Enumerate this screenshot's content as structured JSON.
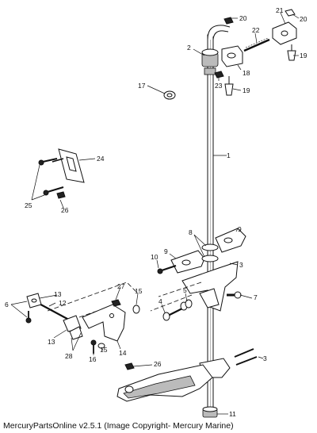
{
  "footer": "MercuryPartsOnline v2.5.1 (Image Copyright- Mercury Marine)",
  "callouts": {
    "c1": "1",
    "c2": "2",
    "c3a": "3",
    "c3b": "3",
    "c4": "4",
    "c5": "5",
    "c6": "6",
    "c7": "7",
    "c8": "8",
    "c9a": "9",
    "c9b": "9",
    "c10": "10",
    "c11": "11",
    "c12": "12",
    "c13a": "13",
    "c13b": "13",
    "c14": "14",
    "c15a": "15",
    "c15b": "15",
    "c16": "16",
    "c17": "17",
    "c18": "18",
    "c19a": "19",
    "c19b": "19",
    "c20a": "20",
    "c20b": "20",
    "c21": "21",
    "c22": "22",
    "c23": "23",
    "c24": "24",
    "c25": "25",
    "c26a": "26",
    "c26b": "26",
    "c27": "27",
    "c28": "28"
  }
}
